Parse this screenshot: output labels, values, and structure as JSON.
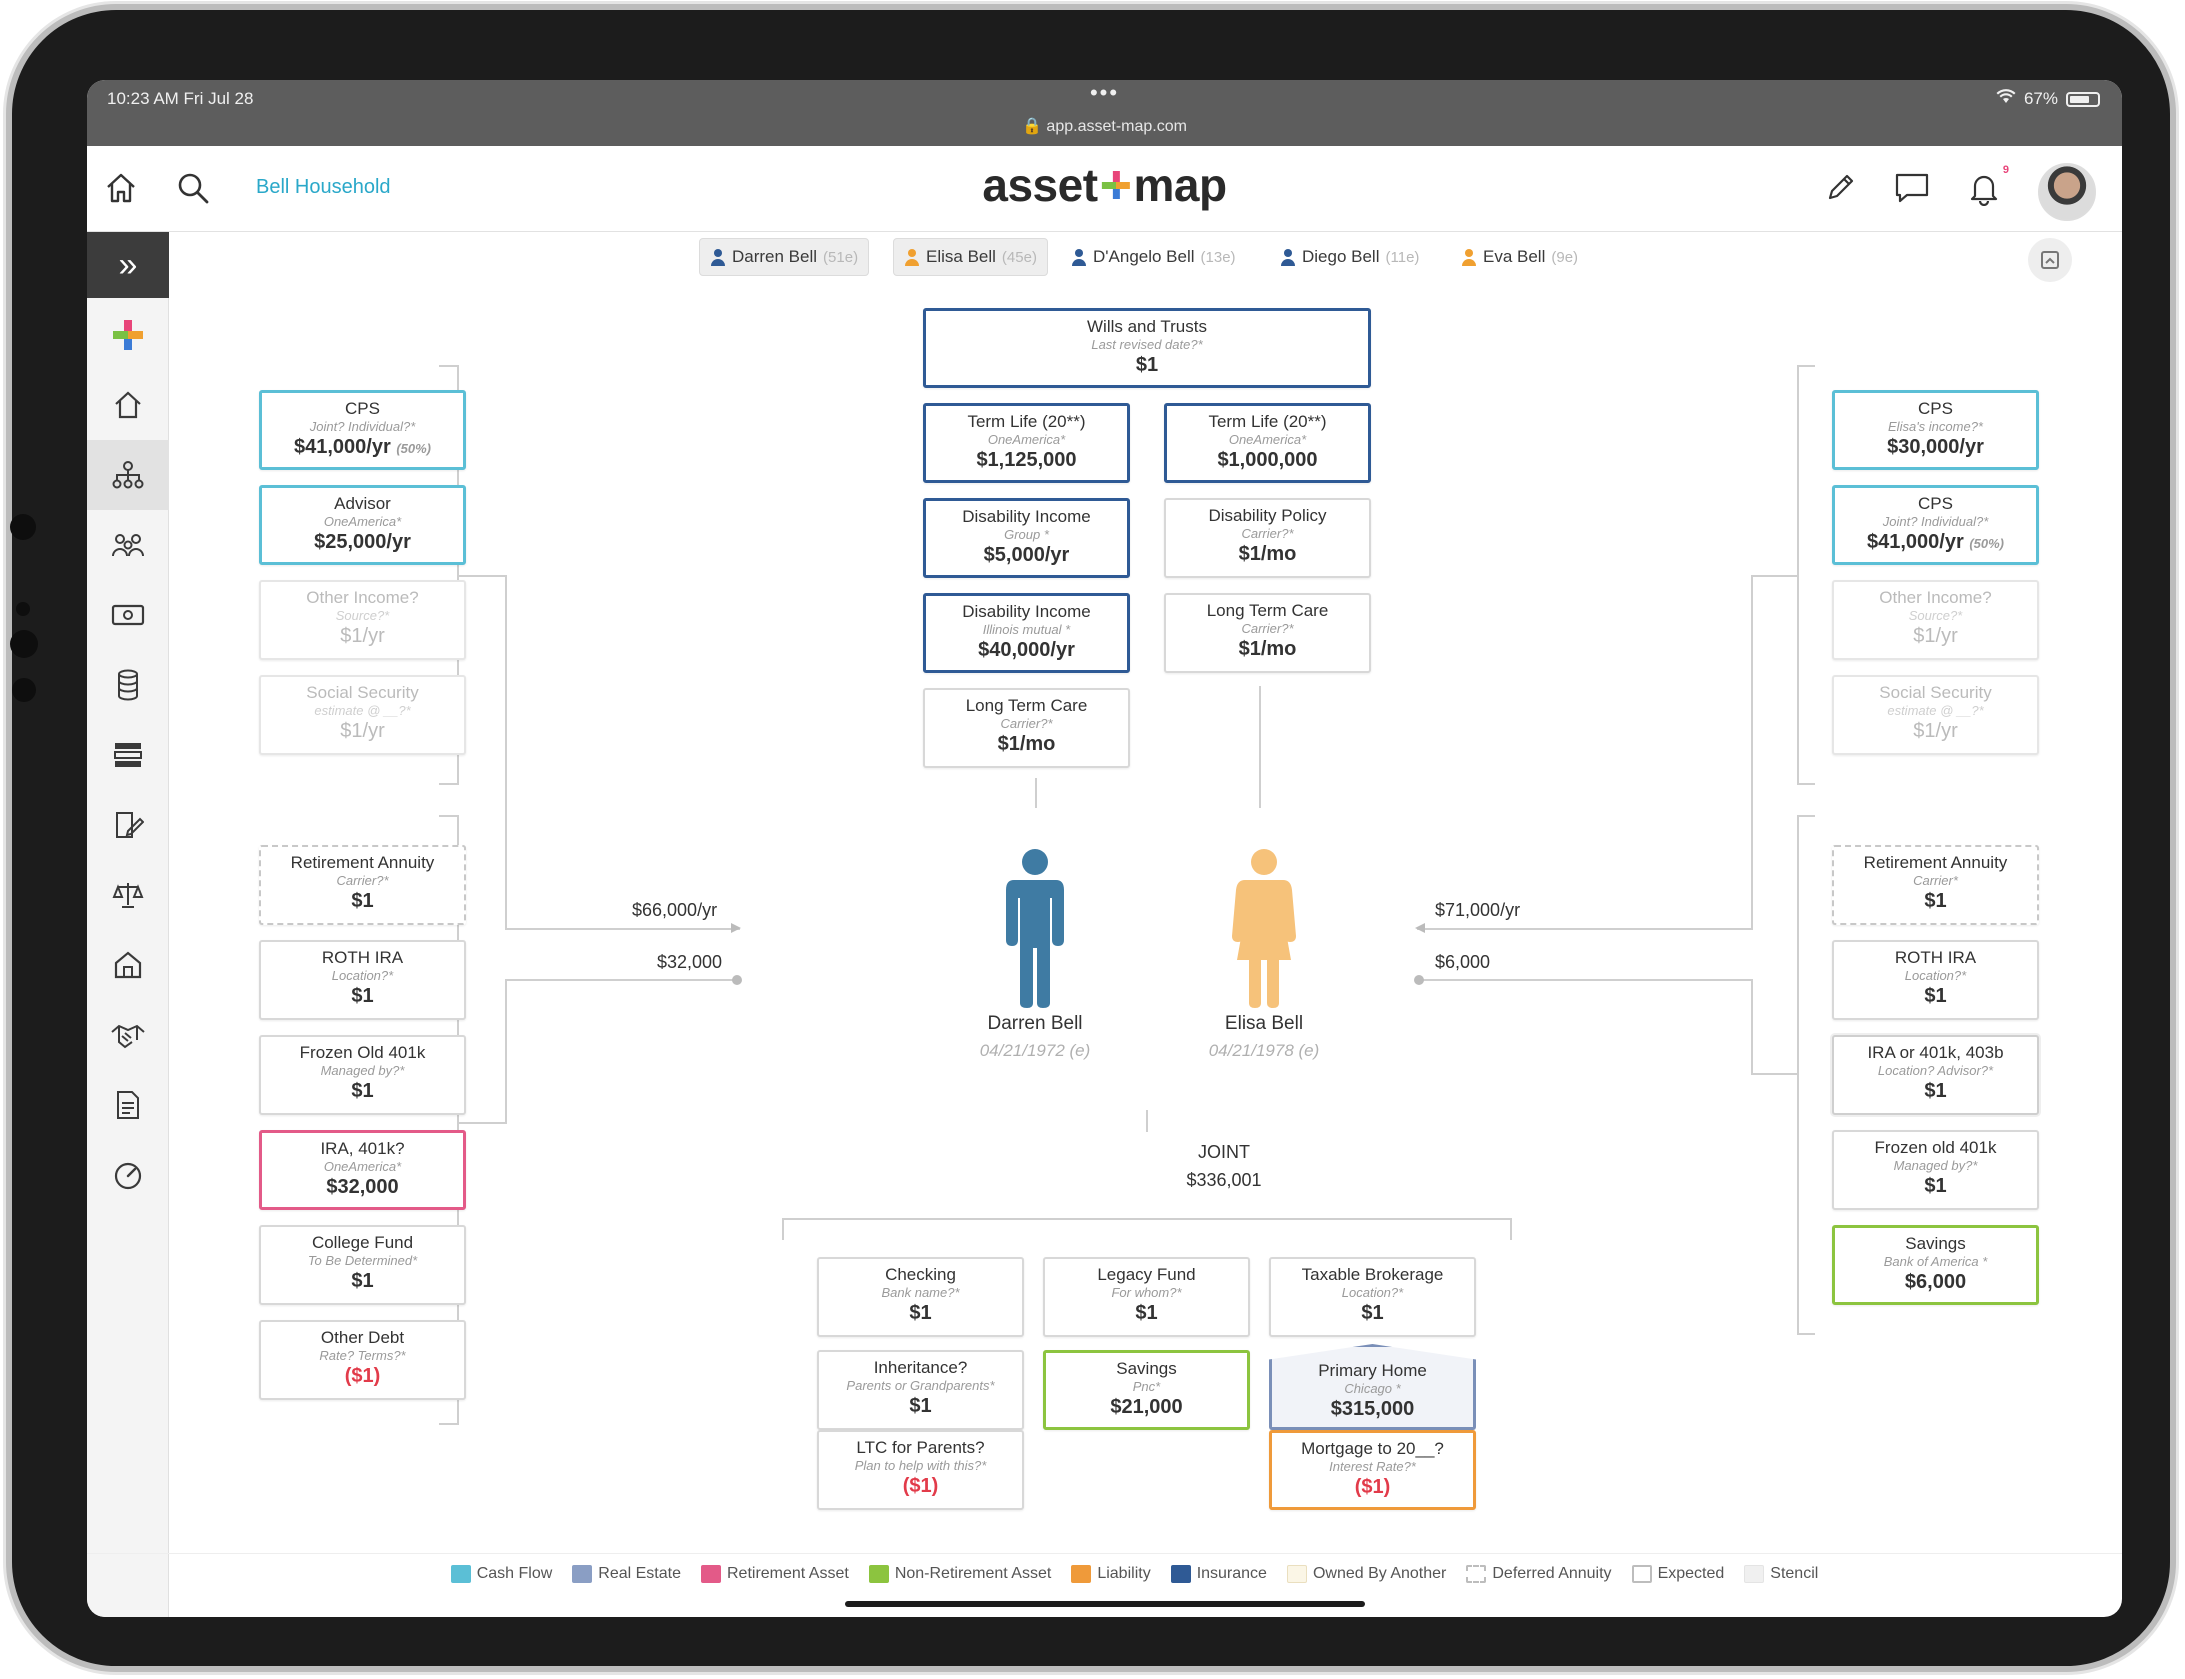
{
  "status": {
    "time": "10:23 AM  Fri Jul 28",
    "dots": "•••",
    "url": "🔒 app.asset-map.com",
    "battery": "67%"
  },
  "nav": {
    "household": "Bell Household",
    "logo_left": "asset",
    "logo_right": "map",
    "notification_count": "9"
  },
  "sidebar": {
    "expand_label": "»"
  },
  "tabs": [
    {
      "name": "Darren Bell",
      "age": "(51e)",
      "color": "#2f5a95"
    },
    {
      "name": "Elisa Bell",
      "age": "(45e)",
      "color": "#f0a030"
    },
    {
      "name": "D'Angelo Bell",
      "age": "(13e)",
      "color": "#2f5a95"
    },
    {
      "name": "Diego Bell",
      "age": "(11e)",
      "color": "#2f5a95"
    },
    {
      "name": "Eva Bell",
      "age": "(9e)",
      "color": "#f0a030"
    }
  ],
  "left": {
    "c1": {
      "title": "CPS",
      "sub": "Joint? Individual?*",
      "value": "$41,000/yr",
      "note": "(50%)"
    },
    "c2": {
      "title": "Advisor",
      "sub": "OneAmerica*",
      "value": "$25,000/yr"
    },
    "c3": {
      "title": "Other Income?",
      "sub": "Source?*",
      "value": "$1/yr"
    },
    "c4": {
      "title": "Social Security",
      "sub": "estimate @ __?*",
      "value": "$1/yr"
    },
    "c5": {
      "title": "Retirement Annuity",
      "sub": "Carrier?*",
      "value": "$1"
    },
    "c6": {
      "title": "ROTH IRA",
      "sub": "Location?*",
      "value": "$1"
    },
    "c7": {
      "title": "Frozen Old 401k",
      "sub": "Managed by?*",
      "value": "$1"
    },
    "c8": {
      "title": "IRA, 401k?",
      "sub": "OneAmerica*",
      "value": "$32,000"
    },
    "c9": {
      "title": "College Fund",
      "sub": "To Be Determined*",
      "value": "$1"
    },
    "c10": {
      "title": "Other Debt",
      "sub": "Rate? Terms?*",
      "value": "($1)"
    }
  },
  "right": {
    "c1": {
      "title": "CPS",
      "sub": "Elisa's income?*",
      "value": "$30,000/yr"
    },
    "c2": {
      "title": "CPS",
      "sub": "Joint? Individual?*",
      "value": "$41,000/yr",
      "note": "(50%)"
    },
    "c3": {
      "title": "Other Income?",
      "sub": "Source?*",
      "value": "$1/yr"
    },
    "c4": {
      "title": "Social Security",
      "sub": "estimate @ __?*",
      "value": "$1/yr"
    },
    "c5": {
      "title": "Retirement Annuity",
      "sub": "Carrier*",
      "value": "$1"
    },
    "c6": {
      "title": "ROTH IRA",
      "sub": "Location?*",
      "value": "$1"
    },
    "c7": {
      "title": "IRA or 401k, 403b",
      "sub": "Location? Advisor?*",
      "value": "$1"
    },
    "c8": {
      "title": "Frozen old 401k",
      "sub": "Managed by?*",
      "value": "$1"
    },
    "c9": {
      "title": "Savings",
      "sub": "Bank of America *",
      "value": "$6,000"
    }
  },
  "center": {
    "wills": {
      "title": "Wills and Trusts",
      "sub": "Last revised date?*",
      "value": "$1"
    },
    "tl1": {
      "title": "Term Life (20**)",
      "sub": "OneAmerica*",
      "value": "$1,125,000"
    },
    "tl2": {
      "title": "Term Life (20**)",
      "sub": "OneAmerica*",
      "value": "$1,000,000"
    },
    "di1": {
      "title": "Disability Income",
      "sub": "Group *",
      "value": "$5,000/yr"
    },
    "dp": {
      "title": "Disability Policy",
      "sub": "Carrier?*",
      "value": "$1/mo"
    },
    "di2": {
      "title": "Disability Income",
      "sub": "Illinois mutual *",
      "value": "$40,000/yr"
    },
    "ltc2": {
      "title": "Long Term Care",
      "sub": "Carrier?*",
      "value": "$1/mo"
    },
    "ltc1": {
      "title": "Long Term Care",
      "sub": "Carrier?*",
      "value": "$1/mo"
    }
  },
  "flows": {
    "left_income": "$66,000/yr",
    "left_assets": "$32,000",
    "right_income": "$71,000/yr",
    "right_assets": "$6,000"
  },
  "people": {
    "darren": {
      "name": "Darren Bell",
      "dob": "04/21/1972 (e)",
      "color": "#3f7ba3"
    },
    "elisa": {
      "name": "Elisa Bell",
      "dob": "04/21/1978 (e)",
      "color": "#f6c27a"
    }
  },
  "joint": {
    "label": "JOINT",
    "value": "$336,001"
  },
  "joint_cards": {
    "checking": {
      "title": "Checking",
      "sub": "Bank name?*",
      "value": "$1"
    },
    "legacy": {
      "title": "Legacy Fund",
      "sub": "For whom?*",
      "value": "$1"
    },
    "brokerage": {
      "title": "Taxable Brokerage",
      "sub": "Location?*",
      "value": "$1"
    },
    "inheritance": {
      "title": "Inheritance?",
      "sub": "Parents or Grandparents*",
      "value": "$1"
    },
    "savings": {
      "title": "Savings",
      "sub": "Pnc*",
      "value": "$21,000"
    },
    "home": {
      "title": "Primary Home",
      "sub": "Chicago *",
      "value": "$315,000"
    },
    "ltc_parents": {
      "title": "LTC for Parents?",
      "sub": "Plan to help with this?*",
      "value": "($1)"
    },
    "mortgage": {
      "title": "Mortgage to 20__?",
      "sub": "Interest Rate?*",
      "value": "($1)"
    }
  },
  "legend": [
    {
      "label": "Cash Flow",
      "color": "#5bbfd6",
      "style": "solid"
    },
    {
      "label": "Real Estate",
      "color": "#8a9ec4",
      "style": "solid"
    },
    {
      "label": "Retirement Asset",
      "color": "#e35a88",
      "style": "solid"
    },
    {
      "label": "Non-Retirement Asset",
      "color": "#8cc43f",
      "style": "solid"
    },
    {
      "label": "Liability",
      "color": "#ef9a3a",
      "style": "solid"
    },
    {
      "label": "Insurance",
      "color": "#2f5a95",
      "style": "solid"
    },
    {
      "label": "Owned By Another",
      "color": "#fbf6e6",
      "style": "owned"
    },
    {
      "label": "Deferred Annuity",
      "color": "#ffffff",
      "style": "dashed"
    },
    {
      "label": "Expected",
      "color": "#ffffff",
      "style": "expected"
    },
    {
      "label": "Stencil",
      "color": "#f0f0f0",
      "style": "stencil"
    }
  ]
}
